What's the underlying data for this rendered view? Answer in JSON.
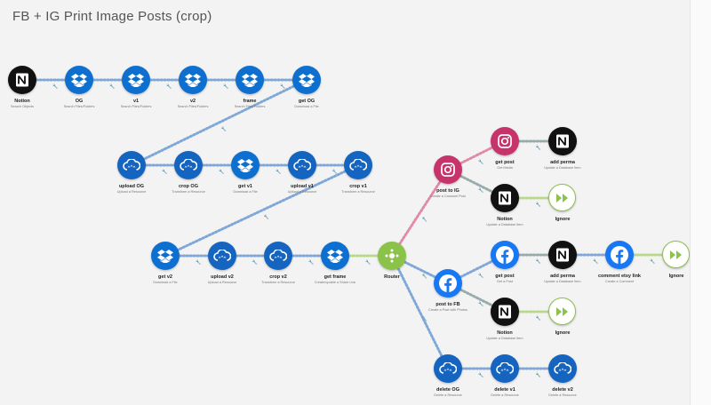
{
  "title": "FB + IG Print Image Posts (crop)",
  "colors": {
    "dropbox": "#0d6fd0",
    "cloudinary": "#1565c0",
    "notion": "#111111",
    "instagram": "#c7346b",
    "facebook": "#1877f2",
    "router": "#8bc34a",
    "ignore": "#8bc34a"
  },
  "nodes": [
    {
      "id": "notion",
      "label": "Notion",
      "sub": "Search Objects",
      "app": "notion",
      "icon": "notion-icon"
    },
    {
      "id": "og",
      "label": "OG",
      "sub": "Search Files/Folders",
      "app": "dropbox",
      "icon": "dropbox-icon"
    },
    {
      "id": "v1",
      "label": "v1",
      "sub": "Search Files/Folders",
      "app": "dropbox",
      "icon": "dropbox-icon"
    },
    {
      "id": "v2",
      "label": "v2",
      "sub": "Search Files/Folders",
      "app": "dropbox",
      "icon": "dropbox-icon"
    },
    {
      "id": "frame",
      "label": "frame",
      "sub": "Search Files/Folders",
      "app": "dropbox",
      "icon": "dropbox-icon"
    },
    {
      "id": "getog",
      "label": "get OG",
      "sub": "Download a File",
      "app": "dropbox",
      "icon": "dropbox-icon"
    },
    {
      "id": "uploadog",
      "label": "upload OG",
      "sub": "Upload a Resource",
      "app": "cloudinary",
      "icon": "cloud-icon"
    },
    {
      "id": "cropog",
      "label": "crop OG",
      "sub": "Transform a Resource",
      "app": "cloudinary",
      "icon": "cloud-icon"
    },
    {
      "id": "getv1",
      "label": "get v1",
      "sub": "Download a File",
      "app": "dropbox",
      "icon": "dropbox-icon"
    },
    {
      "id": "uploadv1",
      "label": "upload v1",
      "sub": "Upload a Resource",
      "app": "cloudinary",
      "icon": "cloud-icon"
    },
    {
      "id": "cropv1",
      "label": "crop v1",
      "sub": "Transform a Resource",
      "app": "cloudinary",
      "icon": "cloud-icon"
    },
    {
      "id": "getv2",
      "label": "get v2",
      "sub": "Download a File",
      "app": "dropbox",
      "icon": "dropbox-icon"
    },
    {
      "id": "uploadv2",
      "label": "upload v2",
      "sub": "Upload a Resource",
      "app": "cloudinary",
      "icon": "cloud-icon"
    },
    {
      "id": "cropv2",
      "label": "crop v2",
      "sub": "Transform a Resource",
      "app": "cloudinary",
      "icon": "cloud-icon"
    },
    {
      "id": "getframe",
      "label": "get frame",
      "sub": "Create/update a Share Link",
      "app": "dropbox",
      "icon": "dropbox-icon"
    },
    {
      "id": "router",
      "label": "Router",
      "sub": "",
      "app": "router",
      "icon": "router-icon"
    },
    {
      "id": "posttoig",
      "label": "post to IG",
      "sub": "Create a Carousel Post",
      "app": "instagram",
      "icon": "instagram-icon"
    },
    {
      "id": "getpostig",
      "label": "get post",
      "sub": "Get Media",
      "app": "instagram",
      "icon": "instagram-icon"
    },
    {
      "id": "addpermaig",
      "label": "add perma",
      "sub": "Update a Database Item",
      "app": "notion",
      "icon": "notion-icon"
    },
    {
      "id": "notionig",
      "label": "Notion",
      "sub": "Update a Database Item",
      "app": "notion",
      "icon": "notion-icon"
    },
    {
      "id": "ignoreig",
      "label": "Ignore",
      "sub": "",
      "app": "ignore",
      "icon": "ignore-icon"
    },
    {
      "id": "posttofb",
      "label": "post to FB",
      "sub": "Create a Post with Photos",
      "app": "facebook",
      "icon": "facebook-icon"
    },
    {
      "id": "getpostfb",
      "label": "get post",
      "sub": "Get a Post",
      "app": "facebook",
      "icon": "facebook-icon"
    },
    {
      "id": "addpermafb",
      "label": "add perma",
      "sub": "Update a Database Item",
      "app": "notion",
      "icon": "notion-icon"
    },
    {
      "id": "etsylink",
      "label": "comment etsy link",
      "sub": "Create a Comment",
      "app": "facebook",
      "icon": "facebook-icon"
    },
    {
      "id": "ignorefb2",
      "label": "Ignore",
      "sub": "",
      "app": "ignore",
      "icon": "ignore-icon"
    },
    {
      "id": "notionfb",
      "label": "Notion",
      "sub": "Update a Database Item",
      "app": "notion",
      "icon": "notion-icon"
    },
    {
      "id": "ignorefb",
      "label": "Ignore",
      "sub": "",
      "app": "ignore",
      "icon": "ignore-icon"
    },
    {
      "id": "deleteog",
      "label": "delete OG",
      "sub": "Delete a Resource",
      "app": "cloudinary",
      "icon": "cloud-icon"
    },
    {
      "id": "deletev1",
      "label": "delete v1",
      "sub": "Delete a Resource",
      "app": "cloudinary",
      "icon": "cloud-icon"
    },
    {
      "id": "deletev2",
      "label": "delete v2",
      "sub": "Delete a Resource",
      "app": "cloudinary",
      "icon": "cloud-icon"
    }
  ],
  "edges": [
    [
      "notion",
      "og"
    ],
    [
      "og",
      "v1"
    ],
    [
      "v1",
      "v2"
    ],
    [
      "v2",
      "frame"
    ],
    [
      "frame",
      "getog"
    ],
    [
      "getog",
      "uploadog"
    ],
    [
      "uploadog",
      "cropog"
    ],
    [
      "cropog",
      "getv1"
    ],
    [
      "getv1",
      "uploadv1"
    ],
    [
      "uploadv1",
      "cropv1"
    ],
    [
      "cropv1",
      "getv2"
    ],
    [
      "getv2",
      "uploadv2"
    ],
    [
      "uploadv2",
      "cropv2"
    ],
    [
      "cropv2",
      "getframe"
    ],
    [
      "getframe",
      "router"
    ],
    [
      "router",
      "posttoig"
    ],
    [
      "posttoig",
      "getpostig"
    ],
    [
      "getpostig",
      "addpermaig"
    ],
    [
      "posttoig",
      "notionig"
    ],
    [
      "notionig",
      "ignoreig"
    ],
    [
      "router",
      "posttofb"
    ],
    [
      "posttofb",
      "getpostfb"
    ],
    [
      "getpostfb",
      "addpermafb"
    ],
    [
      "addpermafb",
      "etsylink"
    ],
    [
      "etsylink",
      "ignorefb2"
    ],
    [
      "posttofb",
      "notionfb"
    ],
    [
      "notionfb",
      "ignorefb"
    ],
    [
      "router",
      "deleteog"
    ],
    [
      "deleteog",
      "deletev1"
    ],
    [
      "deletev1",
      "deletev2"
    ]
  ]
}
